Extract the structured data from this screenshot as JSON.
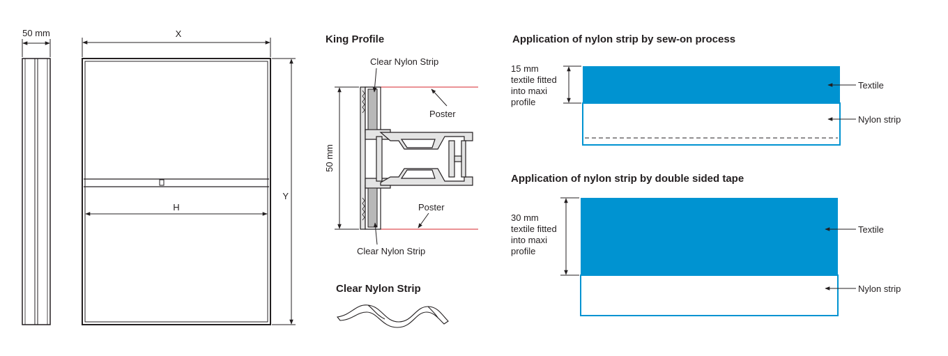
{
  "colors": {
    "textile": "#0093d1",
    "poster_line": "#d7262b",
    "outline": "#231f20",
    "profile_fill": "#e4e4e4",
    "strip_fill": "#b8b8b8"
  },
  "frame": {
    "depth_label": "50 mm",
    "width_label": "X",
    "height_label": "Y",
    "inner_width_label": "H"
  },
  "king_profile": {
    "title": "King Profile",
    "strip_label_top": "Clear Nylon Strip",
    "strip_label_bottom": "Clear Nylon Strip",
    "poster_label_top": "Poster",
    "poster_label_bottom": "Poster",
    "dimension_label": "50 mm"
  },
  "nylon_strip": {
    "title": "Clear Nylon Strip"
  },
  "sew_on": {
    "title": "Application of nylon strip by sew-on process",
    "dimension_lines": [
      "15 mm",
      "textile fitted",
      "into maxi",
      "profile"
    ],
    "textile_label": "Textile",
    "nylon_label": "Nylon strip"
  },
  "tape": {
    "title": "Application of nylon strip by double sided tape",
    "dimension_lines": [
      "30 mm",
      "textile fitted",
      "into maxi",
      "profile"
    ],
    "textile_label": "Textile",
    "nylon_label": "Nylon strip"
  }
}
